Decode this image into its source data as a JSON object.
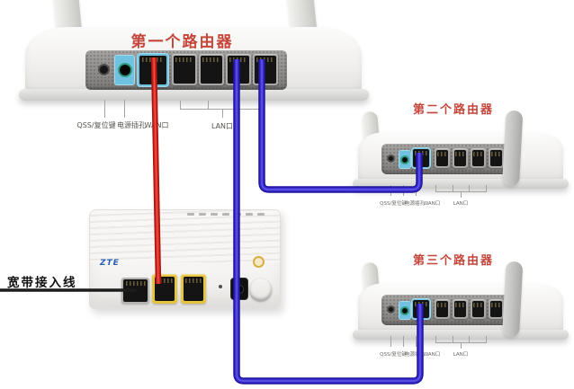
{
  "routers": {
    "first": {
      "title": "第一个路由器"
    },
    "second": {
      "title": "第二个路由器"
    },
    "third": {
      "title": "第三个路由器"
    }
  },
  "port_labels": {
    "qss": "QSS/复位键",
    "power": "电源插孔",
    "wan": "WAN口",
    "lan": "LAN口"
  },
  "modem": {
    "line_label": "宽带接入线",
    "brand_text": "ZTE"
  },
  "colors": {
    "label_red": "#c4453a",
    "cable_red": "#d6251c",
    "cable_red_dark": "#a61410",
    "cable_red_light": "#f0625c",
    "cable_blue": "#3a2dd0",
    "cable_blue_dark": "#1e149e",
    "cable_blue_light": "#6c63e8",
    "cable_black": "#1c1c1c",
    "port_cyan": "#6fc3e0",
    "lan_yellow": "#e6c33c",
    "power_button_orange": "#e2573a"
  }
}
